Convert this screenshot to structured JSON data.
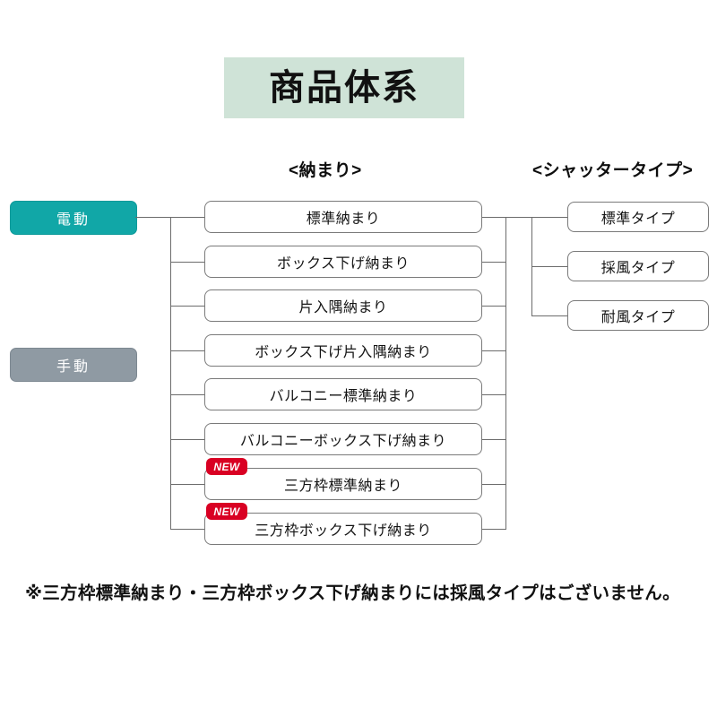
{
  "title": {
    "text": "商品体系",
    "background_color": "#cfe3d7"
  },
  "headers": {
    "osamari": "<納まり>",
    "shutter": "<シャッタータイプ>"
  },
  "modes": [
    {
      "label": "電動",
      "color": "#11a7a7"
    },
    {
      "label": "手動",
      "color": "#8f9aa3"
    }
  ],
  "osamari_nodes": [
    {
      "label": "標準納まり",
      "badge": null
    },
    {
      "label": "ボックス下げ納まり",
      "badge": null
    },
    {
      "label": "片入隅納まり",
      "badge": null
    },
    {
      "label": "ボックス下げ片入隅納まり",
      "badge": null
    },
    {
      "label": "バルコニー標準納まり",
      "badge": null
    },
    {
      "label": "バルコニーボックス下げ納まり",
      "badge": null
    },
    {
      "label": "三方枠標準納まり",
      "badge": "NEW"
    },
    {
      "label": "三方枠ボックス下げ納まり",
      "badge": "NEW"
    }
  ],
  "shutter_nodes": [
    {
      "label": "標準タイプ"
    },
    {
      "label": "採風タイプ"
    },
    {
      "label": "耐風タイプ"
    }
  ],
  "badges": {
    "new": "NEW",
    "new_color": "#d90023"
  },
  "footnote": "※三方枠標準納まり・三方枠ボックス下げ納まりには採風タイプはございません。",
  "colors": {
    "line": "#6c6c6c",
    "box_border": "#7a7a7a",
    "text": "#141414"
  }
}
